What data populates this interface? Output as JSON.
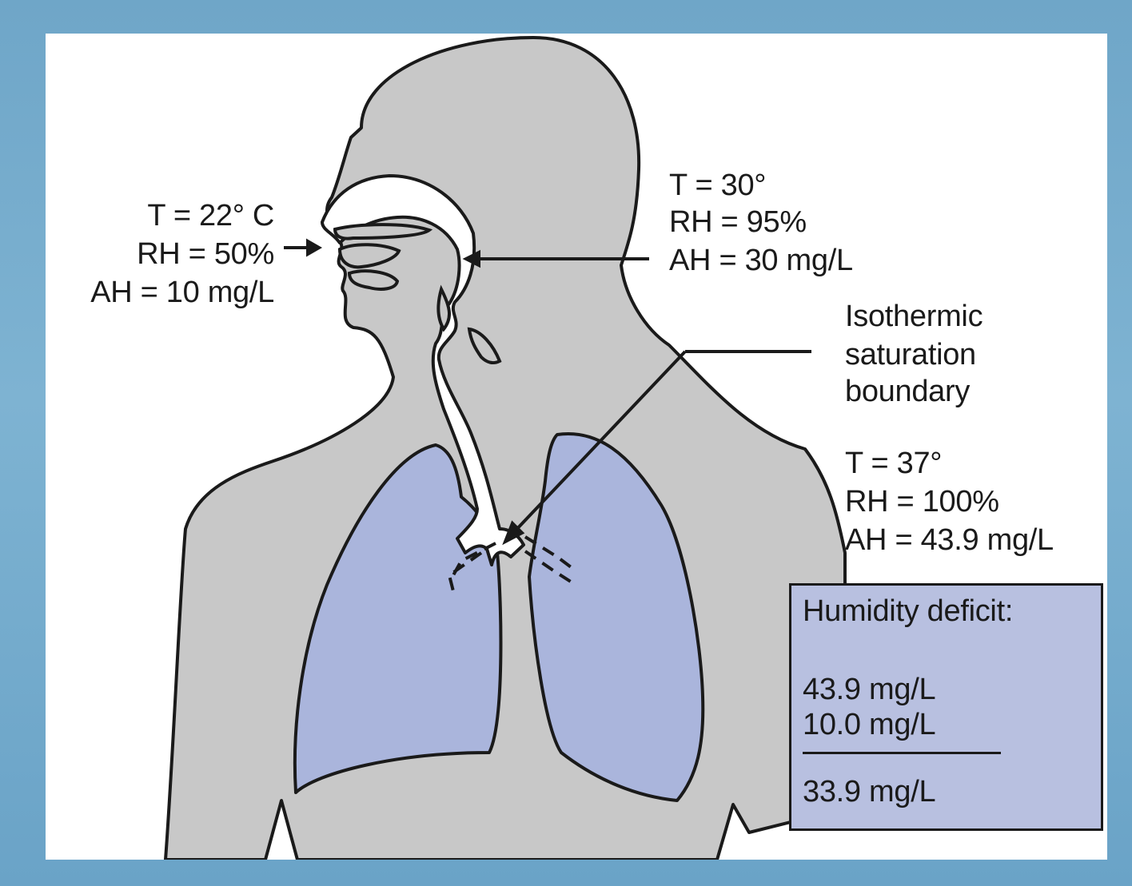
{
  "colors": {
    "frame": "#6fa6c8",
    "body": "#c8c8c8",
    "lungs": "#aab5dc",
    "airway": "#ffffff",
    "outline": "#1a1a1a",
    "deficit_box": "#b8c0e0"
  },
  "labels": {
    "inhaled": {
      "t": "T = 22° C",
      "rh": "RH = 50%",
      "ah": "AH = 10 mg/L"
    },
    "upper_airway": {
      "t": "T = 30°",
      "rh": "RH = 95%",
      "ah": "AH = 30 mg/L"
    },
    "boundary": {
      "line1": "Isothermic",
      "line2": "saturation",
      "line3": "boundary"
    },
    "alveolar": {
      "t": "T = 37°",
      "rh": "RH = 100%",
      "ah": "AH = 43.9 mg/L"
    }
  },
  "deficit": {
    "title": "Humidity deficit:",
    "value1": "43.9 mg/L",
    "value2": "10.0 mg/L",
    "result": "33.9 mg/L"
  }
}
